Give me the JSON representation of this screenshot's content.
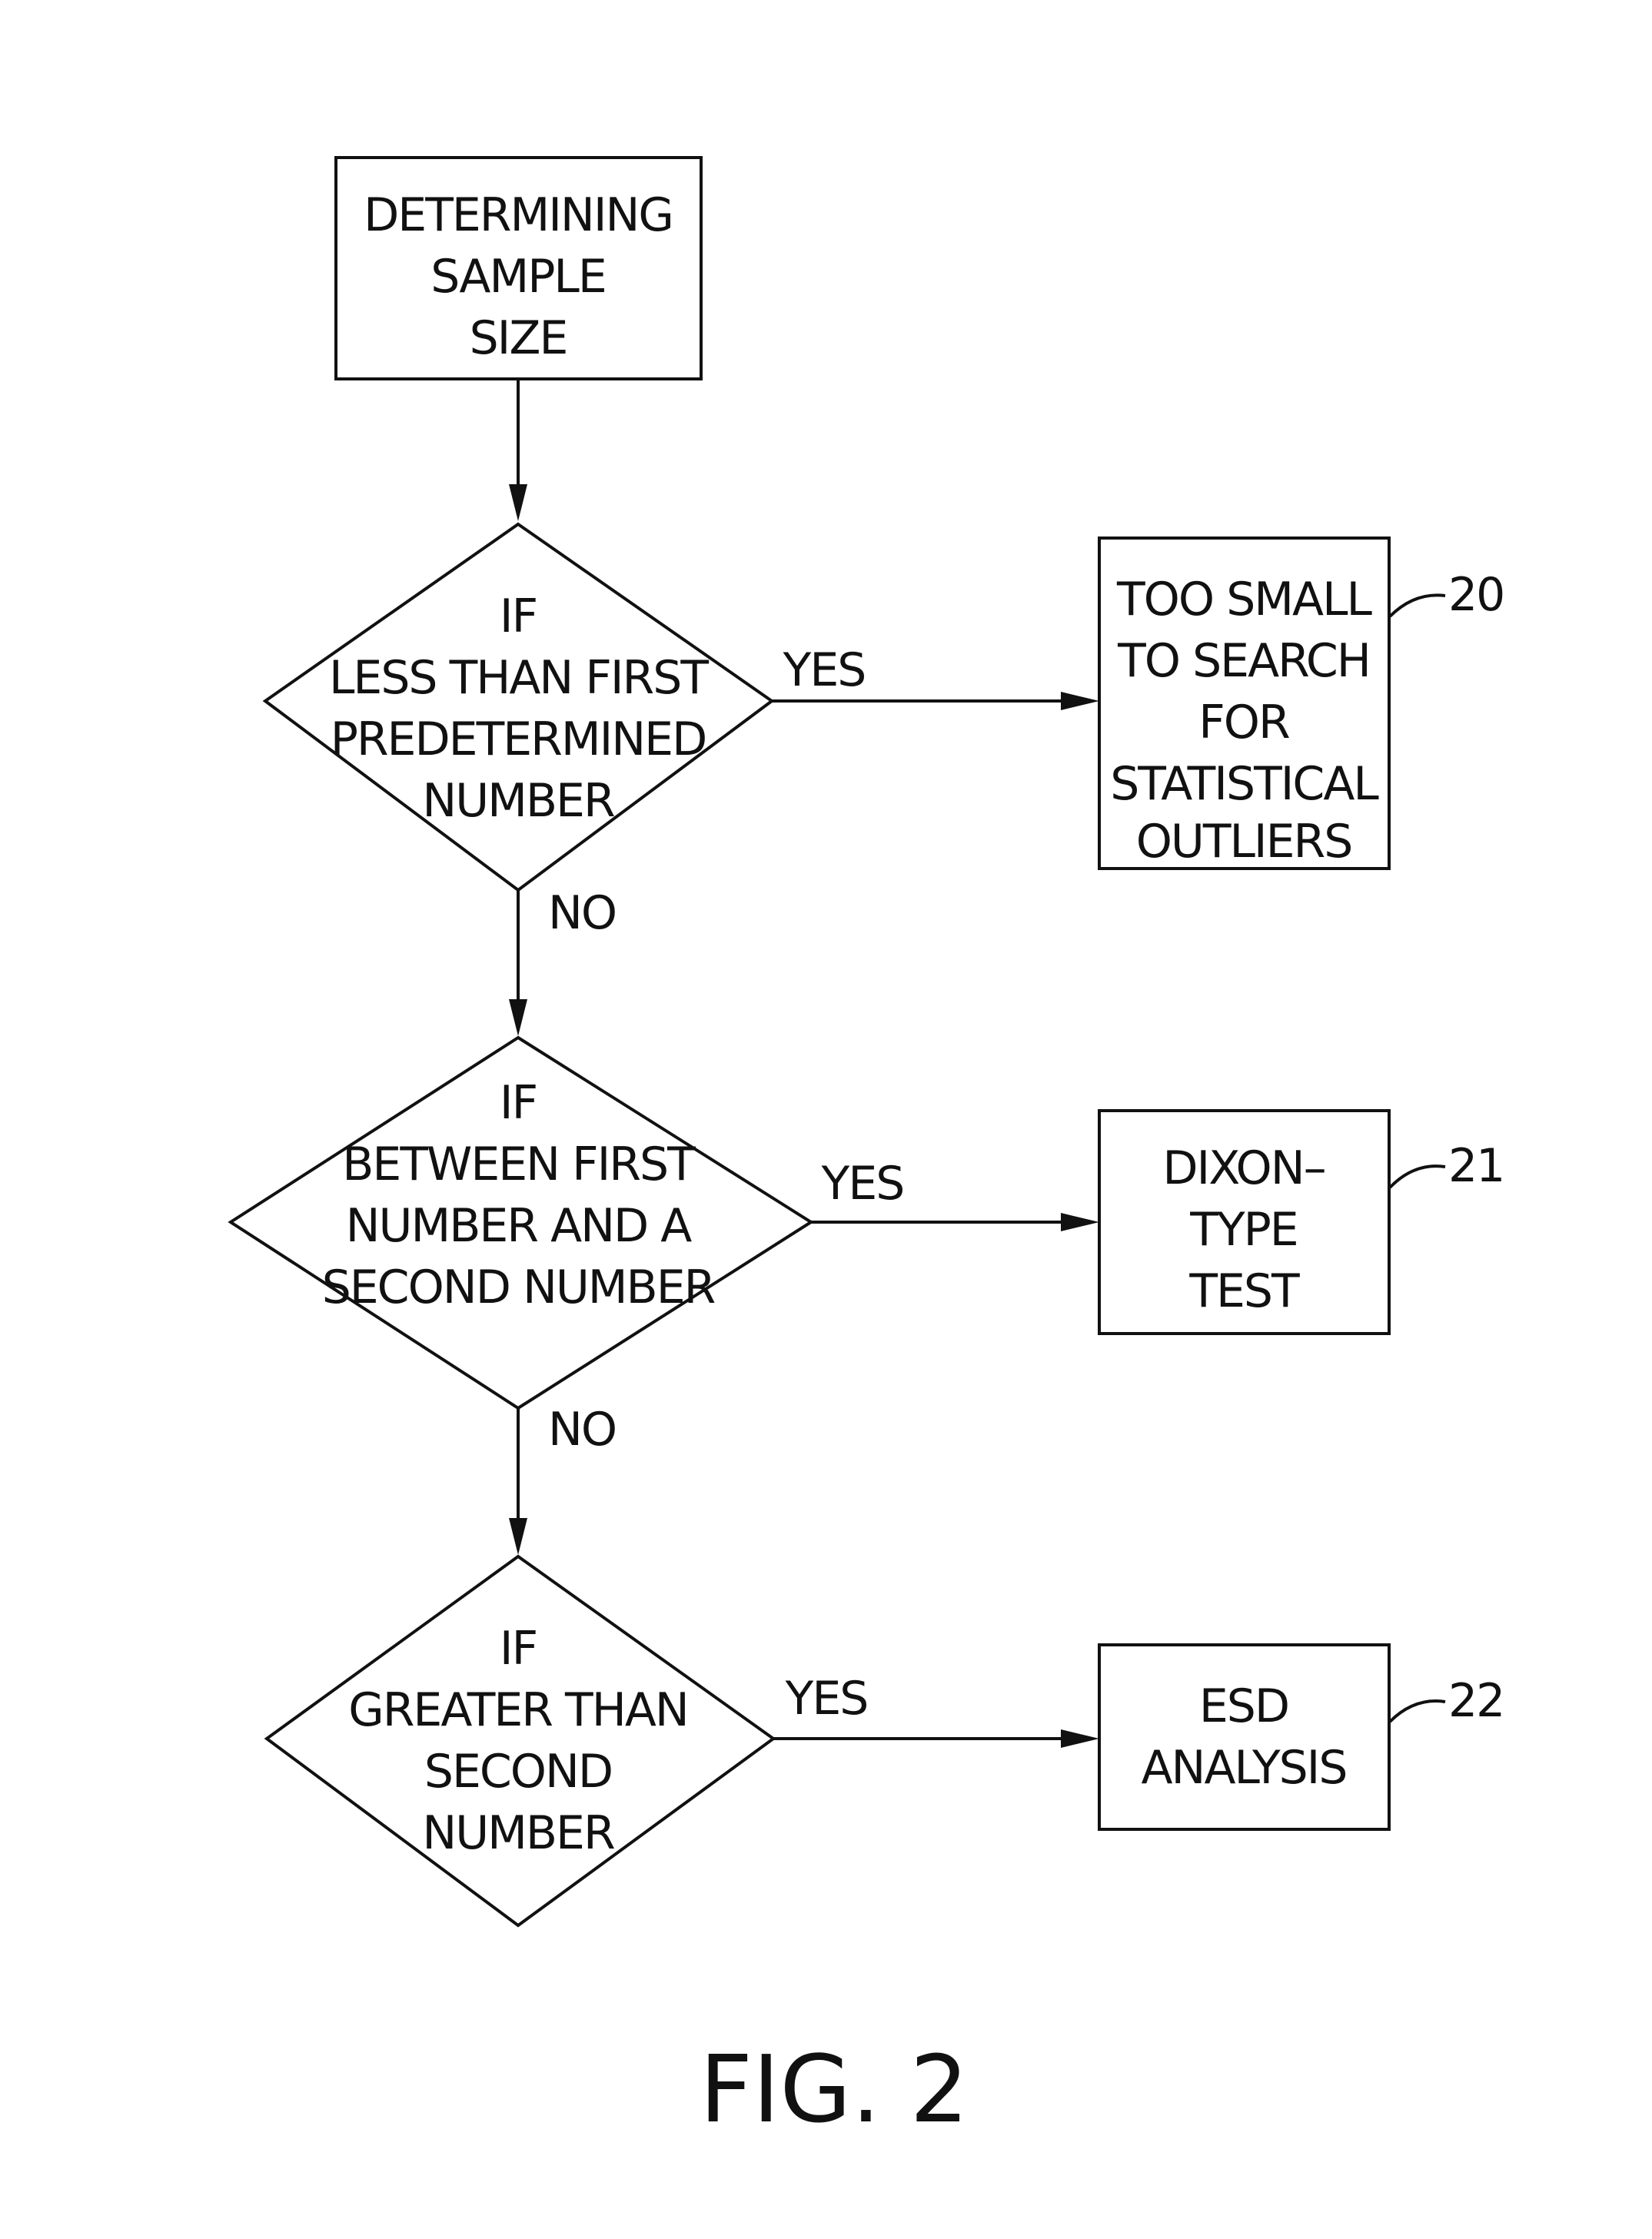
{
  "start_box": {
    "lines": [
      "DETERMINING",
      "SAMPLE",
      "SIZE"
    ]
  },
  "decisions": [
    {
      "lines": [
        "IF",
        "LESS THAN FIRST",
        "PREDETERMINED",
        "NUMBER"
      ],
      "yes_label": "YES",
      "no_label": "NO"
    },
    {
      "lines": [
        "IF",
        "BETWEEN FIRST",
        "NUMBER AND A",
        "SECOND NUMBER"
      ],
      "yes_label": "YES",
      "no_label": "NO"
    },
    {
      "lines": [
        "IF",
        "GREATER THAN",
        "SECOND",
        "NUMBER"
      ],
      "yes_label": "YES"
    }
  ],
  "outcomes": [
    {
      "lines": [
        "TOO SMALL",
        "TO SEARCH",
        "FOR",
        "STATISTICAL",
        "OUTLIERS"
      ],
      "ref": "20"
    },
    {
      "lines": [
        "DIXON–",
        "TYPE",
        "TEST"
      ],
      "ref": "21"
    },
    {
      "lines": [
        "ESD",
        "ANALYSIS"
      ],
      "ref": "22"
    }
  ],
  "figure_label": "FIG. 2"
}
